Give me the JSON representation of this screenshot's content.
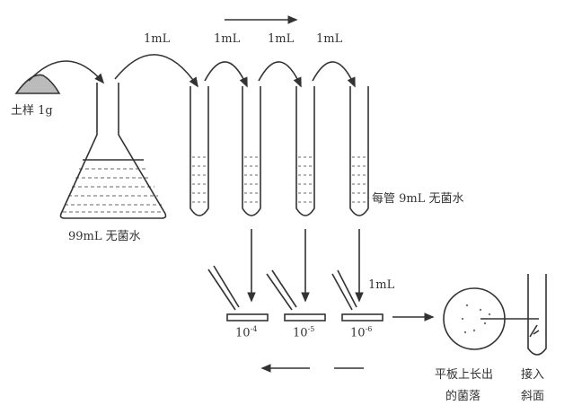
{
  "soil_label": "土样 1g",
  "flask_label": "99mL 无菌水",
  "transfer_labels": [
    "1mL",
    "1mL",
    "1mL",
    "1mL"
  ],
  "tube_label": "每管 9mL 无菌水",
  "plate_transfer_label": "1mL",
  "plates": [
    {
      "base": "10",
      "exp": "-4"
    },
    {
      "base": "10",
      "exp": "-5"
    },
    {
      "base": "10",
      "exp": "-6"
    }
  ],
  "colony_label_1": "平板上长出",
  "colony_label_2": "的菌落",
  "slant_label_1": "接入",
  "slant_label_2": "斜面"
}
